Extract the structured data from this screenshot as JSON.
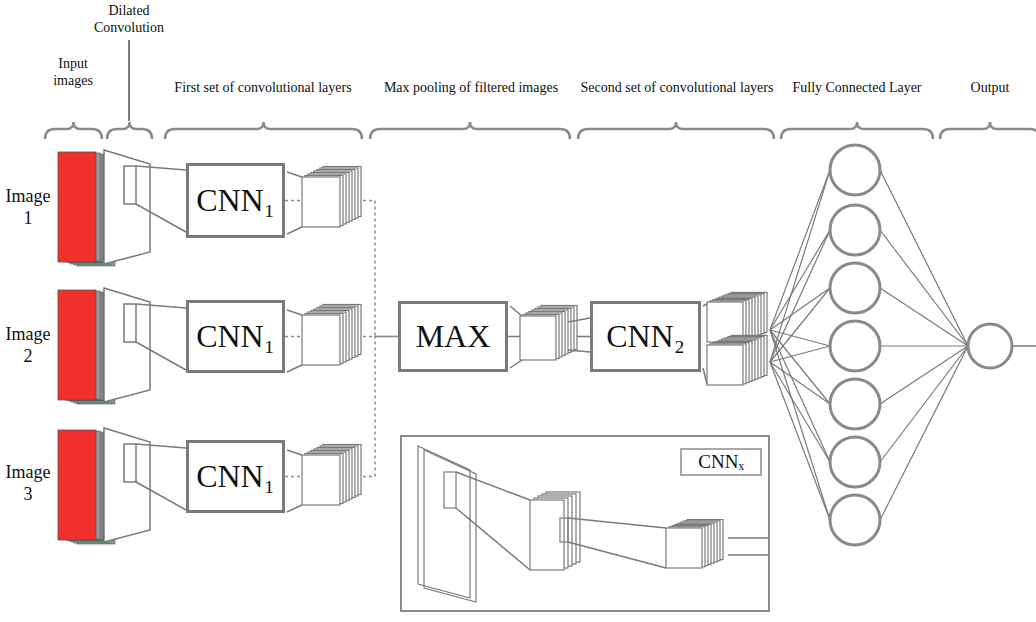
{
  "diagram": {
    "nodes": [
      {
        "text": [
          "CNN₁"
        ]
      },
      {
        "text": [
          "CNN₁"
        ]
      },
      {
        "text": [
          "CNN₁"
        ]
      },
      {
        "text": [
          "MAX"
        ]
      },
      {
        "text": [
          "CNN₂"
        ]
      },
      {
        "text": [
          "CNNₓ"
        ]
      }
    ],
    "edges": [
      {
        "from": 0,
        "to": 3,
        "arrow": "none"
      },
      {
        "from": 1,
        "to": 3,
        "arrow": "none"
      },
      {
        "from": 2,
        "to": 3,
        "arrow": "none"
      },
      {
        "from": 3,
        "to": 4,
        "arrow": "none"
      }
    ],
    "labels": [
      "Dilated Convolution",
      "Input images",
      "First set of convolutional layers",
      "Max pooling of filtered images",
      "Second set of convolutional layers",
      "Fully Connected Layer",
      "Output",
      "Image 1",
      "Image 2",
      "Image 3"
    ]
  }
}
